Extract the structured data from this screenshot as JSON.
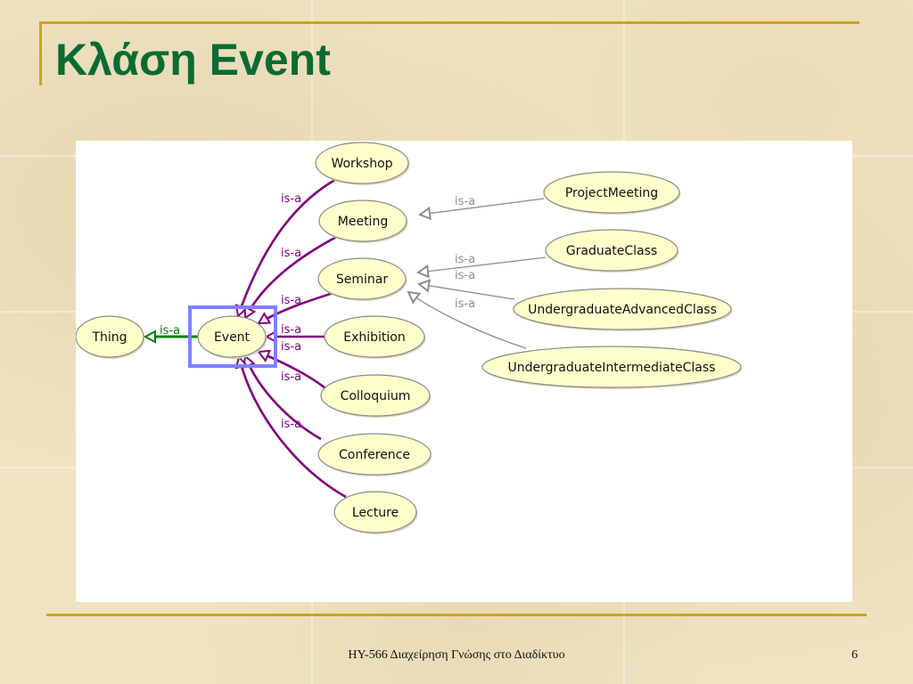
{
  "slide": {
    "title": "Κλάση Event",
    "footer": "ΗΥ-566 Διαχείρηση Γνώσης στο Διαδίκτυο",
    "page_number": "6"
  },
  "diagram": {
    "nodes": [
      {
        "id": "thing",
        "label": "Thing"
      },
      {
        "id": "event",
        "label": "Event",
        "selected": true
      },
      {
        "id": "workshop",
        "label": "Workshop"
      },
      {
        "id": "meeting",
        "label": "Meeting"
      },
      {
        "id": "seminar",
        "label": "Seminar"
      },
      {
        "id": "exhibition",
        "label": "Exhibition"
      },
      {
        "id": "colloquium",
        "label": "Colloquium"
      },
      {
        "id": "conference",
        "label": "Conference"
      },
      {
        "id": "lecture",
        "label": "Lecture"
      },
      {
        "id": "projectmeeting",
        "label": "ProjectMeeting"
      },
      {
        "id": "graduateclass",
        "label": "GraduateClass"
      },
      {
        "id": "undergraduateadvancedclass",
        "label": "UndergraduateAdvancedClass"
      },
      {
        "id": "undergraduateintermediateclass",
        "label": "UndergraduateIntermediateClass"
      }
    ],
    "edges": [
      {
        "from": "event",
        "to": "thing",
        "label": "is-a",
        "style": "green"
      },
      {
        "from": "workshop",
        "to": "event",
        "label": "is-a",
        "style": "purple"
      },
      {
        "from": "meeting",
        "to": "event",
        "label": "is-a",
        "style": "purple"
      },
      {
        "from": "seminar",
        "to": "event",
        "label": "is-a",
        "style": "purple"
      },
      {
        "from": "exhibition",
        "to": "event",
        "label": "is-a",
        "style": "purple"
      },
      {
        "from": "colloquium",
        "to": "event",
        "label": "is-a",
        "style": "purple"
      },
      {
        "from": "conference",
        "to": "event",
        "label": "is-a",
        "style": "purple"
      },
      {
        "from": "lecture",
        "to": "event",
        "label": "is-a",
        "style": "purple"
      },
      {
        "from": "projectmeeting",
        "to": "meeting",
        "label": "is-a",
        "style": "gray"
      },
      {
        "from": "graduateclass",
        "to": "seminar",
        "label": "is-a",
        "style": "gray"
      },
      {
        "from": "undergraduateadvancedclass",
        "to": "seminar",
        "label": "is-a",
        "style": "gray"
      },
      {
        "from": "undergraduateintermediateclass",
        "to": "seminar",
        "label": "is-a",
        "style": "gray"
      }
    ],
    "colors": {
      "node_fill": "#ffffcc",
      "node_stroke": "#8a8a8a",
      "purple": "#800080",
      "green": "#008000",
      "gray": "#8c8c8c",
      "selection": "#8080ff",
      "title": "#0c6b35",
      "rule": "#d3a01a"
    }
  }
}
